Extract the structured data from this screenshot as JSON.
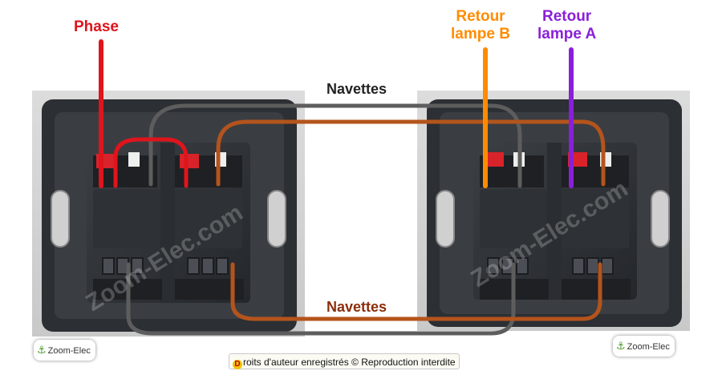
{
  "labels": {
    "phase": "Phase",
    "retour_b_line1": "Retour",
    "retour_b_line2": "lampe B",
    "retour_a_line1": "Retour",
    "retour_a_line2": "lampe A",
    "navettes_top": "Navettes",
    "navettes_bottom": "Navettes"
  },
  "copyright": {
    "badge": "D",
    "text": "roits d'auteur enregistrés © Reproduction interdite"
  },
  "logo": {
    "text": "Zoom-Elec"
  },
  "watermark": {
    "text": "Zoom-Elec.com"
  },
  "colors": {
    "phase": "#e0141c",
    "retour_b": "#ff8c00",
    "retour_a": "#8a1fd8",
    "navette_top_label": "#222222",
    "navette_bottom_label": "#8b2e0b",
    "wire_grey": "#5d5d5d",
    "wire_brown": "#b4541c",
    "switch_body": "#33373c",
    "panel_bg": "#d9d9d9"
  }
}
